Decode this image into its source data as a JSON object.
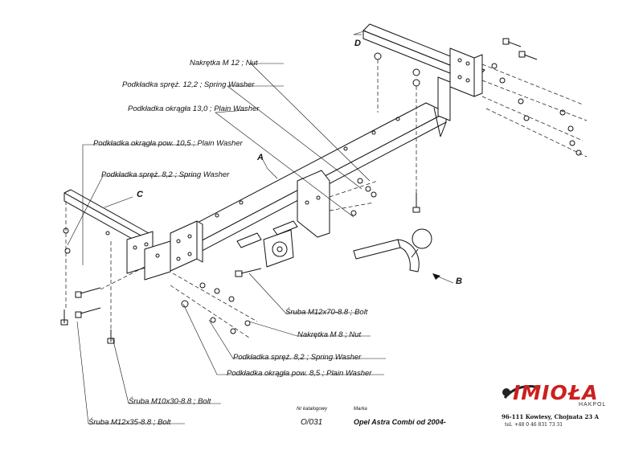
{
  "parts": {
    "D": "D",
    "A": "A",
    "C": "C",
    "B": "B"
  },
  "callouts": {
    "nut_m12": "Nakrętka  M 12 ; Nut",
    "spring_washer_12_2": "Podkładka spręż. 12,2  ; Spring Washer",
    "plain_washer_13": "Podkładka okrągła 13,0 ; Plain Washer",
    "plain_washer_10_5": "Podkładka okrągła pow. 10,5  ; Plain Washer",
    "spring_washer_8_2_top": "Podkładka spręż. 8,2  ; Spring Washer",
    "bolt_m12x70": "Śruba M12x70-8.8  ; Bolt",
    "nut_m8": "Nakrętka  M 8 ; Nut",
    "spring_washer_8_2": "Podkładka spręż. 8,2  ; Spring Washer",
    "plain_washer_8_5": "Podkładka okrągła pow. 8,5  ; Plain Washer",
    "bolt_m10x30": "Śruba M10x30-8.8  ; Bolt",
    "bolt_m12x35": "Śruba M12x35-8.8  ;  Bolt"
  },
  "title_block": {
    "catalog_caption": "Nr katalogowy",
    "catalog_number": "O/031",
    "brand_caption": "Marka",
    "model": "Opel Astra Combi  od  2004-"
  },
  "manufacturer": {
    "logo_text": "IMIOŁA",
    "logo_subtext": "HAKPOL",
    "address": "96-111 Kowiesy, Chojnata 23 A",
    "phone": "tel. +48 0 46 831 73 31"
  }
}
